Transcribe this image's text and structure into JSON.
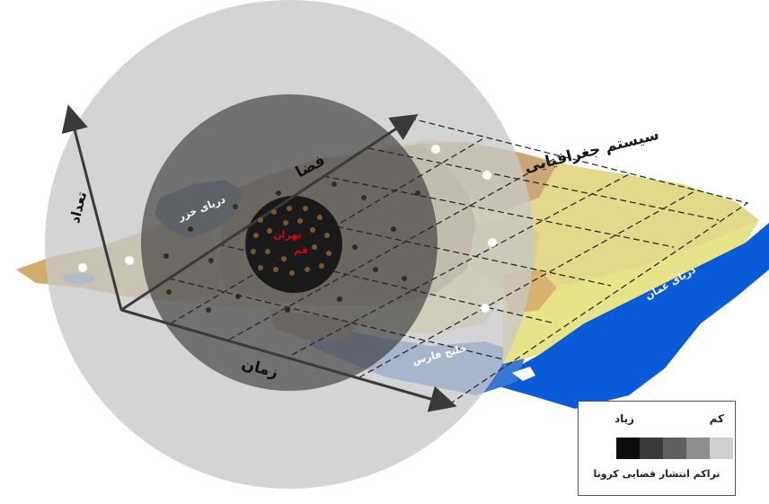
{
  "labels": {
    "geo_system": "سیستم جغرافیایی",
    "space": "فضا",
    "time": "زمان",
    "count": "تعداد",
    "caspian": "دریای خزر",
    "persian_gulf": "خلیج فارس",
    "oman_sea": "دریای عمان",
    "center_a": "تهران",
    "center_b": "قم"
  },
  "legend": {
    "high": "زیاد",
    "low": "کم",
    "caption": "تراکم انتشار فضایی کرونا",
    "swatches": [
      "#0d0d0d",
      "#3a3a3a",
      "#5f5f5f",
      "#8e8e8e",
      "#cfcfcf"
    ]
  },
  "colors": {
    "outer_ring": "#cfcfcf",
    "middle_ring": "#3b3b3b",
    "inner_core": "#151515",
    "sea": "#2f6fd6",
    "deep_sea": "#0a5bd8",
    "land_yellow": "#e6e389",
    "land_tan": "#c9a777",
    "land_brown": "#a9855a",
    "hotspot": "#e00000"
  }
}
